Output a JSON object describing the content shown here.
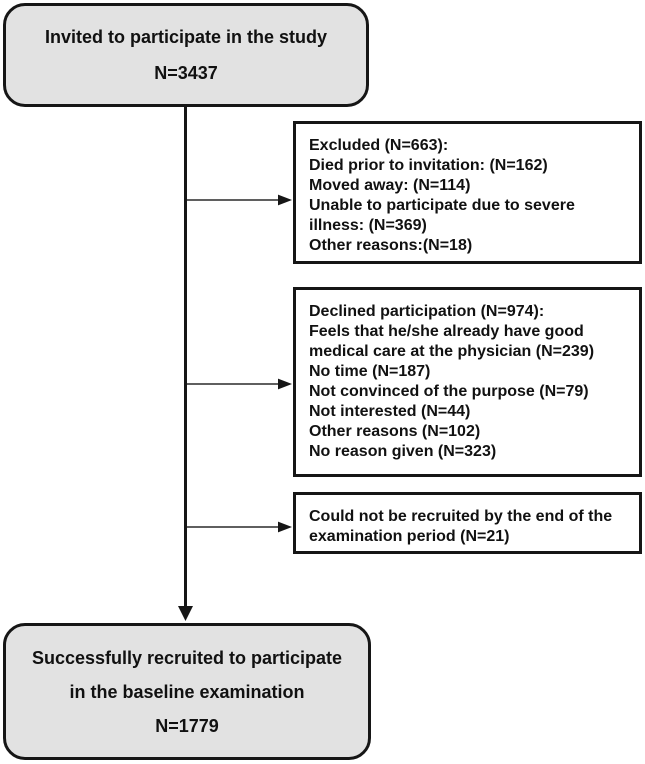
{
  "flowchart": {
    "invited": {
      "title": "Invited to participate in the study",
      "n": "N=3437"
    },
    "excluded": {
      "lines": [
        "Excluded (N=663):",
        "Died prior to invitation: (N=162)",
        "Moved away: (N=114)",
        "Unable to participate due to severe illness: (N=369)",
        "Other reasons:(N=18)"
      ]
    },
    "declined": {
      "lines": [
        "Declined participation (N=974):",
        "Feels that he/she already have good medical care at the physician (N=239)",
        "No time (N=187)",
        "Not convinced of the purpose (N=79)",
        "Not interested (N=44)",
        "Other reasons (N=102)",
        "No reason given (N=323)"
      ]
    },
    "not_recruited": {
      "lines": [
        "Could not be recruited by the end of the examination period (N=21)"
      ]
    },
    "recruited": {
      "title_line1": "Successfully recruited to participate",
      "title_line2": "in the baseline examination",
      "n": "N=1779"
    },
    "colors": {
      "terminal_fill": "#e2e2e2",
      "border": "#161616",
      "background": "#ffffff",
      "text": "#111111"
    }
  }
}
